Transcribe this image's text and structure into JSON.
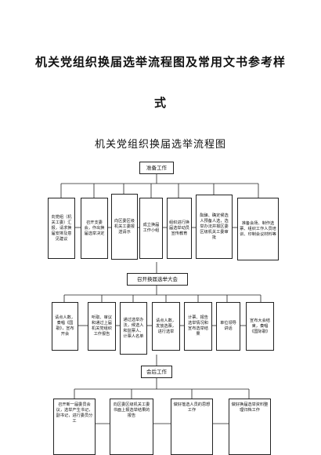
{
  "doc_title_line1": "机关党组织换届选举流程图及常用文书参考样",
  "doc_title_line2": "式",
  "chart_title": "机关党组织换届选举流程图",
  "stage1": {
    "header": "准备工作",
    "items": [
      "向党组（机关工委）汇报，请求换届安排及意见建议",
      "召开支委会，作出换届选举决定",
      "向区委区级机关工委报送请示",
      "成立换届工作小组",
      "组织进行换届选举动员宣传教育",
      "酝酿、确定候选人预备人选，选举办法并报区委区级机关工委审批",
      "准备会场、制作选票、组织工作人员培训、印制会议材料等"
    ]
  },
  "stage2": {
    "header": "召开换届选举大会",
    "items": [
      "请点人数，奏唱《国歌》，宣布开会",
      "听取、审议和通过上届机关党组织工作报告",
      "通过选举办法，候选人和监票人、计票人名单",
      "请点人数，发放选票，进行选举",
      "计票、报告选举情况和宣布选举结果",
      "单位领导讲话",
      "宣布大会结束，奏唱《国际歌》"
    ]
  },
  "stage3": {
    "header": "会后工作",
    "items": [
      "召开新一届委员会议，选举产生书记，副书记，进行委员分工",
      "向区委区级机关工委书面上报选举结果的报告",
      "做好落选人员的思想工作",
      "做好换届选举资料整理归档工作"
    ]
  }
}
